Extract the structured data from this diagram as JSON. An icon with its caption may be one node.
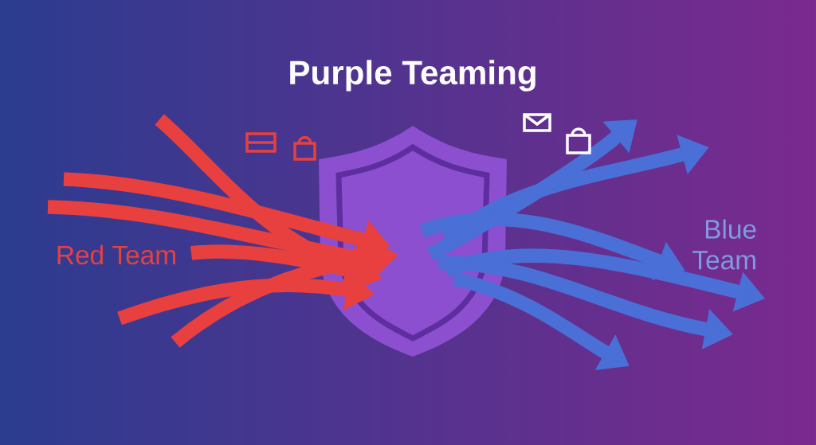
{
  "diagram": {
    "title": "Purple Teaming",
    "labels": [
      "Red Team",
      "Blue Team"
    ]
  }
}
